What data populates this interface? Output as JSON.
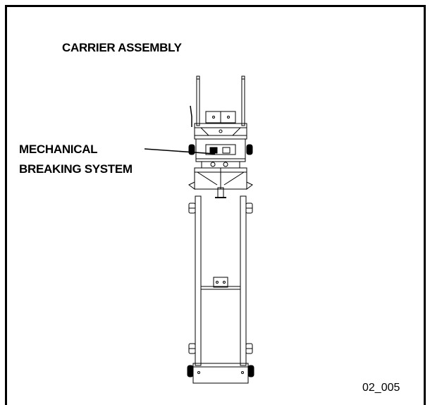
{
  "title": "CARRIER ASSEMBLY",
  "callout": {
    "line1": "MECHANICAL",
    "line2": "BREAKING SYSTEM"
  },
  "figure_id": "02_005"
}
